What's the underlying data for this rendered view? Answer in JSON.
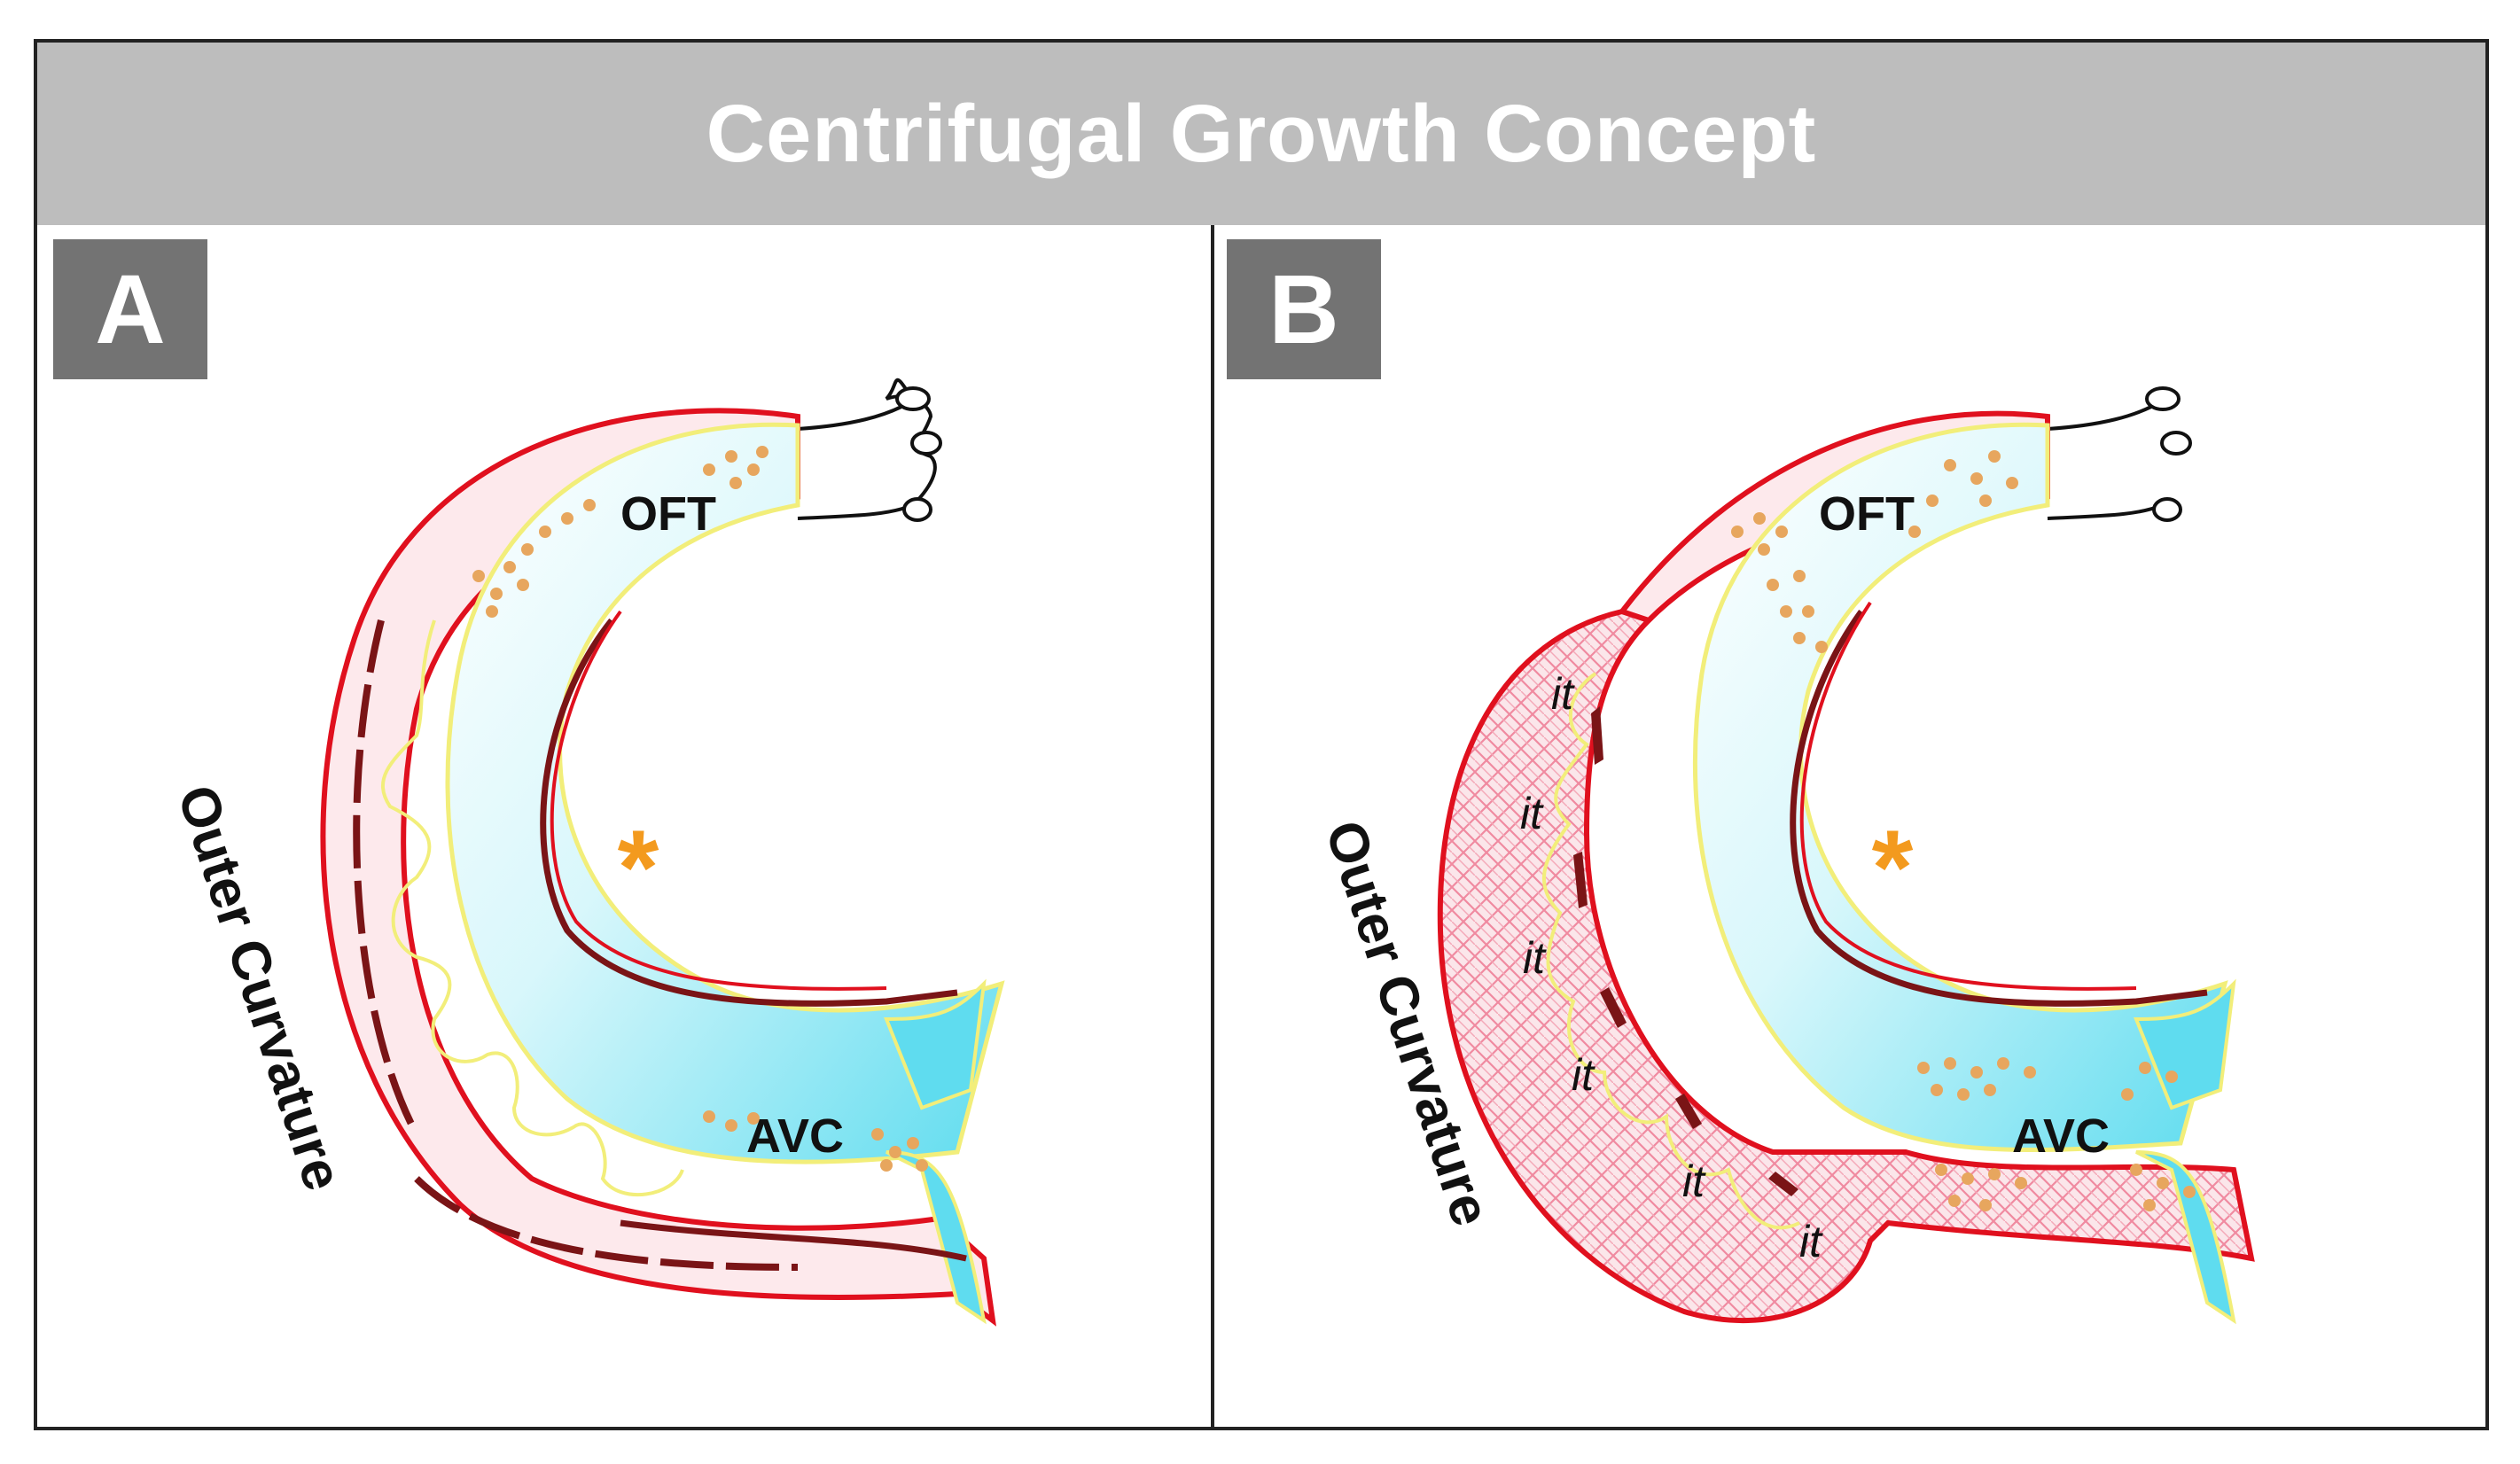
{
  "title": "Centrifugal Growth Concept",
  "panels": [
    {
      "badge": "A",
      "oft": "OFT",
      "avc": "AVC",
      "marker": "*",
      "curvature": "Outer Curvature"
    },
    {
      "badge": "B",
      "oft": "OFT",
      "avc": "AVC",
      "marker": "*",
      "curvature": "Outer Curvature",
      "trabeculae": [
        "it",
        "it",
        "it",
        "it",
        "it",
        "it"
      ]
    }
  ],
  "colors": {
    "title_bar": "#bdbdbd",
    "badge": "#737373",
    "myocardium_outline": "#e0101e",
    "endocardium_outline": "#f2ee7a",
    "lumen_cyan": "#7fe6f2",
    "cushion_dots": "#e7a65e",
    "asterisk": "#f39a1e",
    "trabecular_mesh": "#f4b6c2",
    "dark_wall": "#7a1416"
  }
}
